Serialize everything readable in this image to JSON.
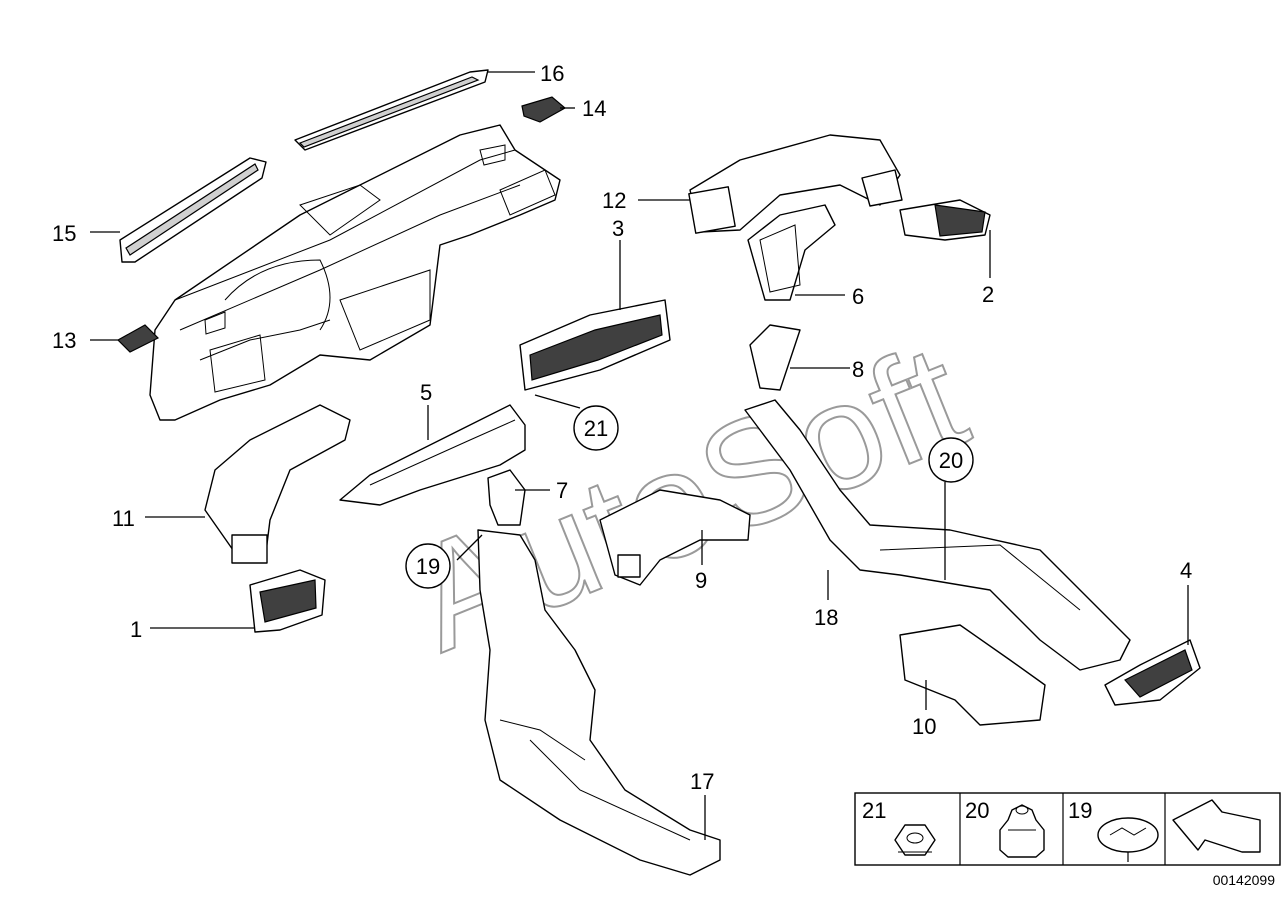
{
  "watermark": "AutoSoft",
  "diagram_id": "00142099",
  "callouts": {
    "c1": "1",
    "c2": "2",
    "c3": "3",
    "c4": "4",
    "c5": "5",
    "c6": "6",
    "c7": "7",
    "c8": "8",
    "c9": "9",
    "c10": "10",
    "c11": "11",
    "c12": "12",
    "c13": "13",
    "c14": "14",
    "c15": "15",
    "c16": "16",
    "c17": "17",
    "c18": "18",
    "c19": "19",
    "c20": "20",
    "c21": "21"
  },
  "legend": [
    {
      "label": "21",
      "icon": "hex-nut-icon"
    },
    {
      "label": "20",
      "icon": "cap-nut-icon"
    },
    {
      "label": "19",
      "icon": "clip-icon"
    },
    {
      "label": "",
      "icon": "front-arrow-icon"
    }
  ]
}
